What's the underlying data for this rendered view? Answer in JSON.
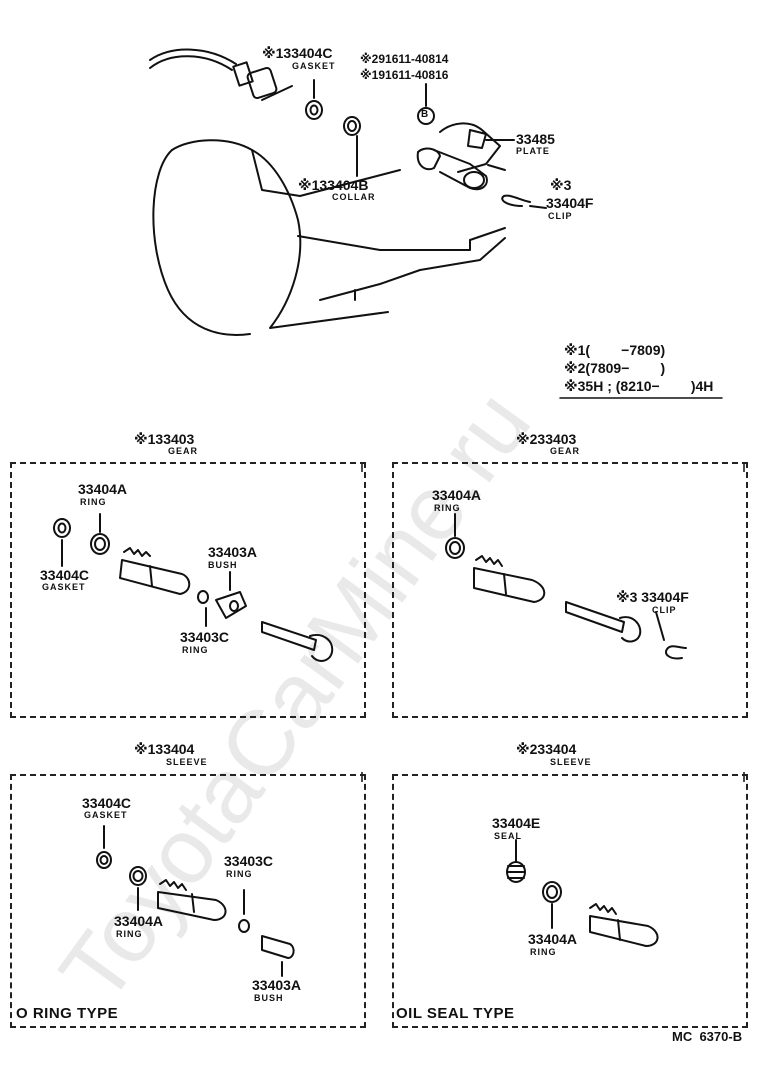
{
  "watermark": "ToyotaCarMine.ru",
  "top": {
    "gasket": {
      "mark": "※1",
      "part": "33404C",
      "name": "GASKET"
    },
    "ref1": "※291611-40814",
    "ref2": "※191611-40816",
    "circle_b": "B",
    "collar": {
      "mark": "※1",
      "part": "33404B",
      "name": "COLLAR"
    },
    "plate": {
      "part": "33485",
      "name": "PLATE"
    },
    "clip": {
      "mark": "※3",
      "part": "33404F",
      "name": "CLIP"
    }
  },
  "legend": [
    {
      "mark": "※1",
      "text": "(        −7809)"
    },
    {
      "mark": "※2",
      "text": "(7809−        )"
    },
    {
      "mark": "※3",
      "text": "5H ; (8210−        )4H"
    }
  ],
  "panel_gear1": {
    "header": {
      "mark": "※1",
      "part": "33403",
      "name": "GEAR"
    },
    "ring_a": {
      "part": "33404A",
      "name": "RING"
    },
    "gasket": {
      "part": "33404C",
      "name": "GASKET"
    },
    "bush": {
      "part": "33403A",
      "name": "BUSH"
    },
    "ring_c": {
      "part": "33403C",
      "name": "RING"
    }
  },
  "panel_gear2": {
    "header": {
      "mark": "※2",
      "part": "33403",
      "name": "GEAR"
    },
    "ring_a": {
      "part": "33404A",
      "name": "RING"
    },
    "clip": {
      "mark": "※3",
      "part": "33404F",
      "name": "CLIP"
    }
  },
  "panel_sleeve1": {
    "header": {
      "mark": "※1",
      "part": "33404",
      "name": "SLEEVE"
    },
    "gasket": {
      "part": "33404C",
      "name": "GASKET"
    },
    "ring_c": {
      "part": "33403C",
      "name": "RING"
    },
    "ring_a": {
      "part": "33404A",
      "name": "RING"
    },
    "bush": {
      "part": "33403A",
      "name": "BUSH"
    },
    "type_label": "O RING TYPE"
  },
  "panel_sleeve2": {
    "header": {
      "mark": "※2",
      "part": "33404",
      "name": "SLEEVE"
    },
    "seal": {
      "part": "33404E",
      "name": "SEAL"
    },
    "ring_a": {
      "part": "33404A",
      "name": "RING"
    },
    "type_label": "OIL SEAL TYPE"
  },
  "footer_code": "MC  6370-B"
}
